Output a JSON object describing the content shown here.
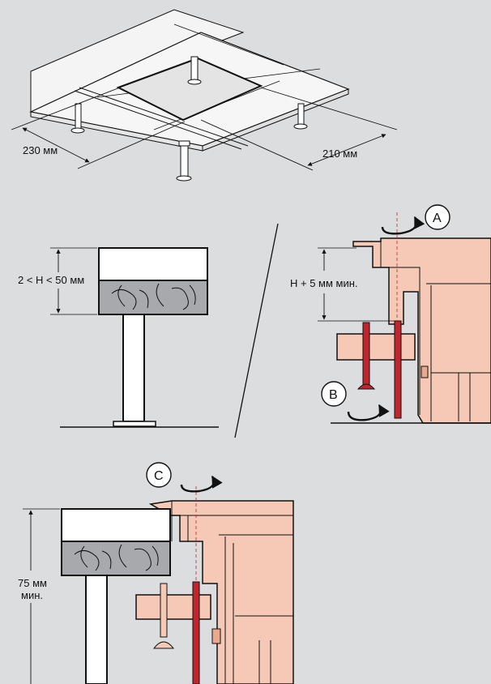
{
  "top_view": {
    "dim_left": "230 мм",
    "dim_right": "210 мм"
  },
  "left_detail": {
    "height_range": "2 < H < 50 мм"
  },
  "right_detail": {
    "height_min": "H + 5 мм мин.",
    "step_a": "A",
    "step_b": "B"
  },
  "bottom_detail": {
    "step_c": "C",
    "height_line1": "75 мм",
    "height_line2": "мин."
  },
  "colors": {
    "background": "#dcdddf",
    "device": "#f5c9b5",
    "device_dark": "#e9a98e",
    "rod": "#c0262d",
    "wood": "#a8a9ac",
    "line": "#111111"
  }
}
